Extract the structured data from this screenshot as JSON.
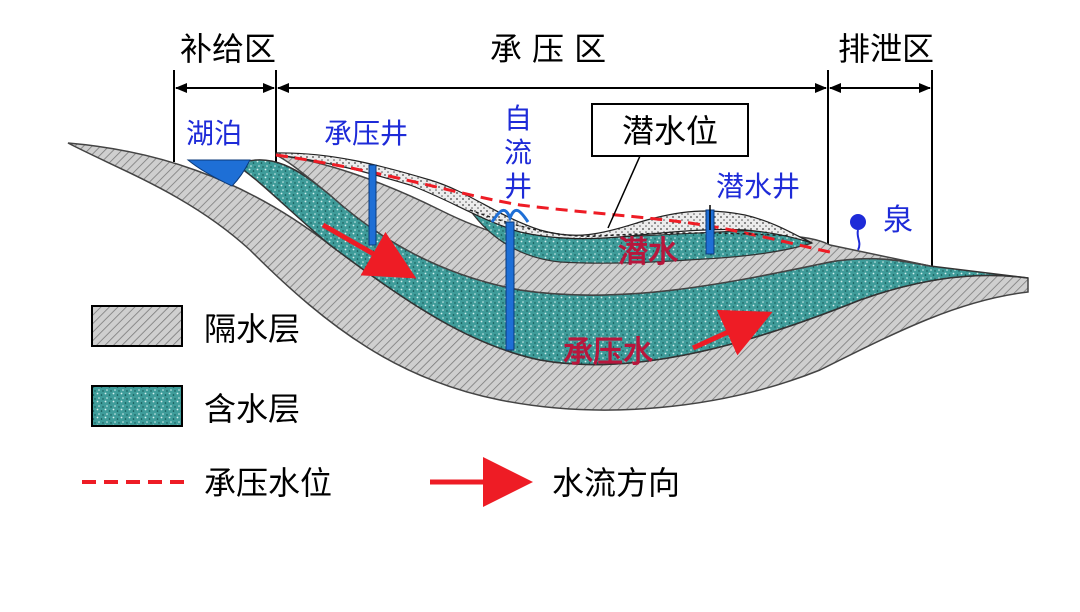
{
  "zones": {
    "recharge": "补给区",
    "confined": "承 压 区",
    "discharge": "排泄区"
  },
  "labels": {
    "lake": "湖泊",
    "confined_well": "承压井",
    "artesian_well": "自流井",
    "water_table": "潜水位",
    "phreatic_well": "潜水井",
    "spring": "泉",
    "phreatic_water": "潜水",
    "confined_water": "承压水"
  },
  "legend": {
    "aquiclude": "隔水层",
    "aquifer": "含水层",
    "confined_level": "承压水位",
    "flow_direction": "水流方向"
  },
  "colors": {
    "aquiclude_fill": "#c8c8c8",
    "aquifer_fill": "#3f9c9a",
    "surface_soil": "#e6e6e6",
    "water_blue": "#1e6fd6",
    "label_blue": "#1e2bd8",
    "emphasis_red": "#b8163c",
    "arrow_red": "#ee1c25"
  }
}
